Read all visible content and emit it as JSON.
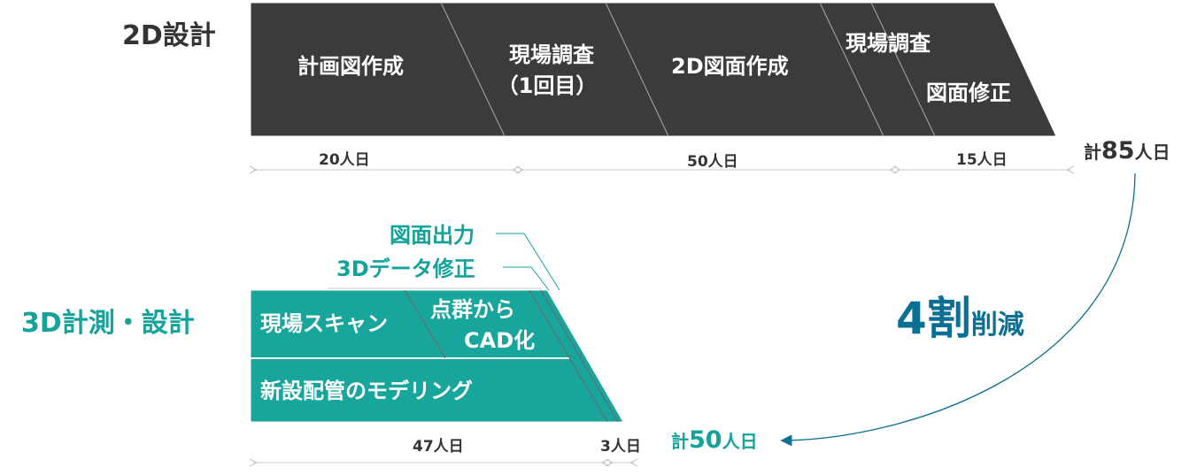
{
  "colors": {
    "dark": "#3b3b3b",
    "teal": "#17a59c",
    "teal_text": "#14a39b",
    "blue": "#0b6f93",
    "text": "#333333",
    "dimline": "#c8c8c8"
  },
  "row2d": {
    "title": "2D設計",
    "segments": {
      "plan": "計画図作成",
      "survey1_line1": "現場調査",
      "survey1_line2": "（1回目）",
      "drawing": "2D図面作成",
      "survey2": "現場調査",
      "fix": "図面修正"
    },
    "dims": {
      "d1": "20人日",
      "d2": "50人日",
      "d3": "15人日"
    },
    "total": {
      "prefix": "計",
      "value": "85",
      "unit": "人日"
    }
  },
  "row3d": {
    "title": "3D計測・設計",
    "segments": {
      "scan": "現場スキャン",
      "cad_line1": "点群から",
      "cad_line2": "CAD化",
      "modeling": "新設配管のモデリング"
    },
    "callouts": {
      "output": "図面出力",
      "fix3d": "3Dデータ修正"
    },
    "dims": {
      "d1": "47人日",
      "d2": "3人日"
    },
    "total": {
      "prefix": "計",
      "value": "50",
      "unit": "人日"
    }
  },
  "reduction": {
    "big": "4割",
    "small": "削減"
  }
}
